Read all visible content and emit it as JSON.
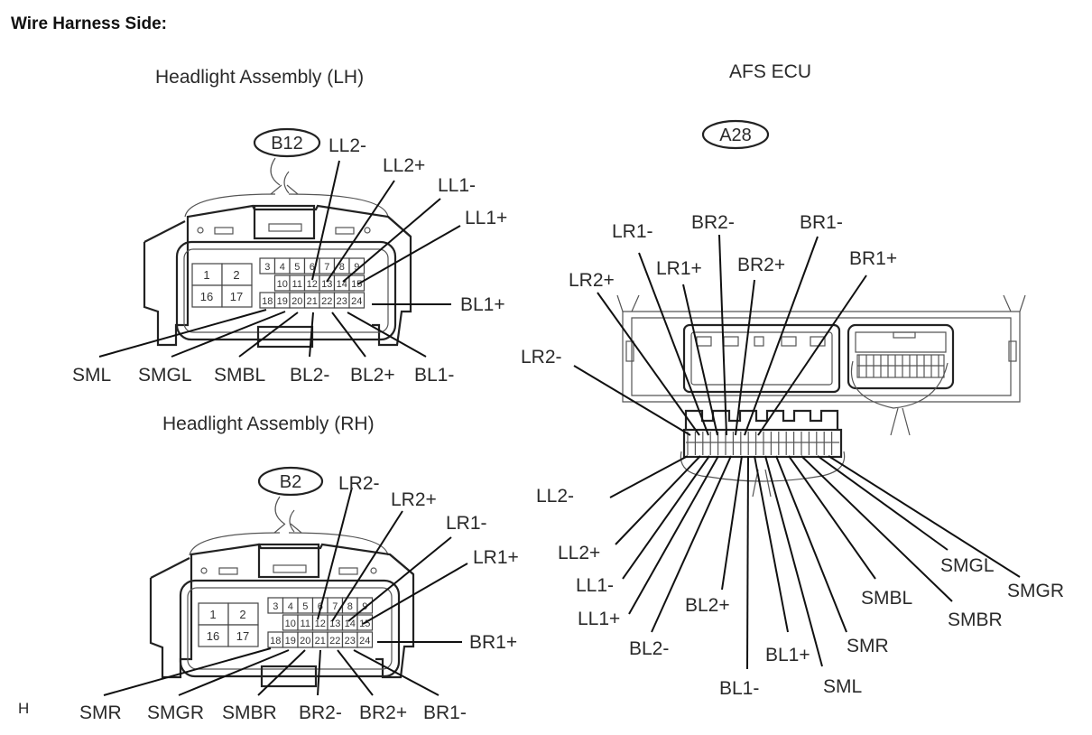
{
  "header": {
    "title": "Wire Harness Side:"
  },
  "footer": {
    "code": "H"
  },
  "connectors": {
    "lh": {
      "title": "Headlight Assembly (LH)",
      "id": "B12",
      "big_pins": [
        "1",
        "2",
        "16",
        "17"
      ],
      "row1": [
        "3",
        "4",
        "5",
        "6",
        "7",
        "8",
        "9"
      ],
      "row2": [
        "10",
        "11",
        "12",
        "13",
        "14",
        "15"
      ],
      "row3": [
        "18",
        "19",
        "20",
        "21",
        "22",
        "23",
        "24"
      ],
      "top_labels": [
        "LL2-",
        "LL2+",
        "LL1-",
        "LL1+"
      ],
      "side_label": "BL1+",
      "bottom_labels": [
        "SML",
        "SMGL",
        "SMBL",
        "BL2-",
        "BL2+",
        "BL1-"
      ]
    },
    "rh": {
      "title": "Headlight Assembly (RH)",
      "id": "B2",
      "big_pins": [
        "1",
        "2",
        "16",
        "17"
      ],
      "row1": [
        "3",
        "4",
        "5",
        "6",
        "7",
        "8",
        "9"
      ],
      "row2": [
        "10",
        "11",
        "12",
        "13",
        "14",
        "15"
      ],
      "row3": [
        "18",
        "19",
        "20",
        "21",
        "22",
        "23",
        "24"
      ],
      "top_labels": [
        "LR2-",
        "LR2+",
        "LR1-",
        "LR1+"
      ],
      "side_label": "BR1+",
      "bottom_labels": [
        "SMR",
        "SMGR",
        "SMBR",
        "BR2-",
        "BR2+",
        "BR1-"
      ]
    },
    "ecu": {
      "title": "AFS ECU",
      "id": "A28",
      "top_labels": [
        "LR2-",
        "LR2+",
        "LR1-",
        "LR1+",
        "BR2-",
        "BR2+",
        "BR1-",
        "BR1+"
      ],
      "bottom_labels": [
        "LL2-",
        "LL2+",
        "LL1-",
        "LL1+",
        "BL2-",
        "BL2+",
        "BL1-",
        "BL1+",
        "SML",
        "SMR",
        "SMBL",
        "SMBR",
        "SMGL",
        "SMGR"
      ]
    }
  }
}
